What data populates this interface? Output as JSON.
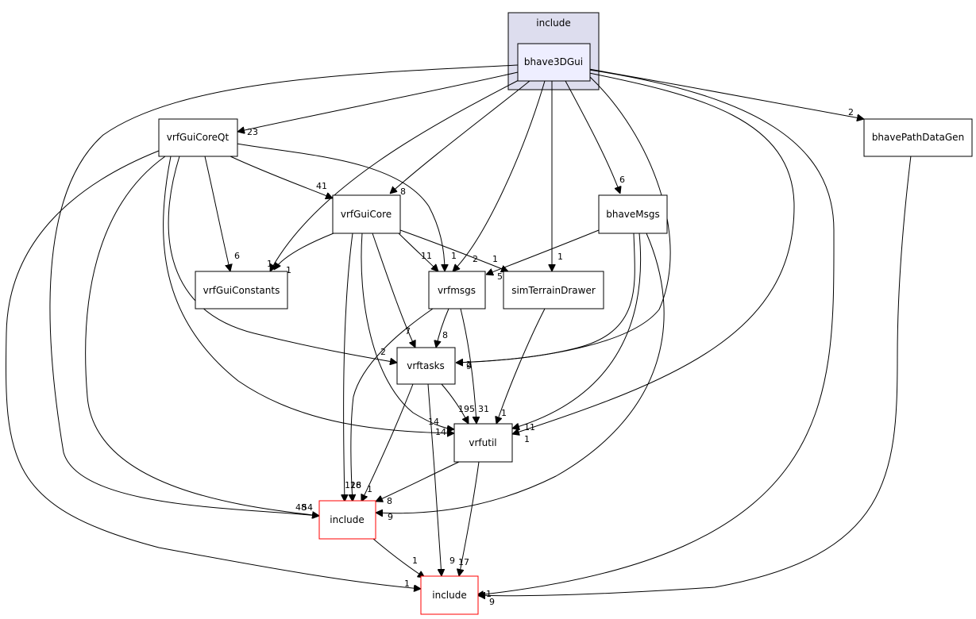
{
  "cluster": {
    "label": "include"
  },
  "nodes": {
    "bhave3DGui": {
      "label": "bhave3DGui"
    },
    "vrfGuiCoreQt": {
      "label": "vrfGuiCoreQt"
    },
    "bhavePathDataGen": {
      "label": "bhavePathDataGen"
    },
    "vrfGuiCore": {
      "label": "vrfGuiCore"
    },
    "bhaveMsgs": {
      "label": "bhaveMsgs"
    },
    "vrfGuiConstants": {
      "label": "vrfGuiConstants"
    },
    "vrfmsgs": {
      "label": "vrfmsgs"
    },
    "simTerrainDrawer": {
      "label": "simTerrainDrawer"
    },
    "vrftasks": {
      "label": "vrftasks"
    },
    "vrfutil": {
      "label": "vrfutil"
    },
    "include_red_upper": {
      "label": "include"
    },
    "include_red_lower": {
      "label": "include"
    }
  },
  "edge_labels": {
    "b3_qt": "23",
    "b3_pdg": "2",
    "b3_core": "8",
    "b3_msgs": "6",
    "b3_sim": "1",
    "b3_vmsgs": "2",
    "b3_const": "1",
    "b3_tasks": "9",
    "b3_util": "11",
    "b3_incU": "54",
    "b3_incL": "1",
    "qt_core": "41",
    "qt_const": "6",
    "qt_vmsgs": "1",
    "qt_tasks": "2",
    "qt_util": "14",
    "qt_incU": "48",
    "qt_incL": "1",
    "core_const": "1",
    "core_vmsgs": "11",
    "core_sim": "1",
    "core_tasks": "7",
    "core_util": "14",
    "core_incU": "128",
    "bm_vmsgs": "5",
    "bm_tasks": "2",
    "bm_util": "1",
    "bm_incU": "9",
    "vm_tasks": "8",
    "vm_util": "31",
    "vm_incU": "16",
    "sim_util": "1",
    "vt_util": "195",
    "vt_incU": "1",
    "vt_incL": "9",
    "vu_incU": "8",
    "vu_incL": "17",
    "iu_incL": "1",
    "pdg_incL": "1",
    "b3_incL2": "9"
  },
  "colors": {
    "cluster_fill": "#ddddee",
    "focus_fill": "#eeeeff",
    "external_border": "#ff0000"
  }
}
